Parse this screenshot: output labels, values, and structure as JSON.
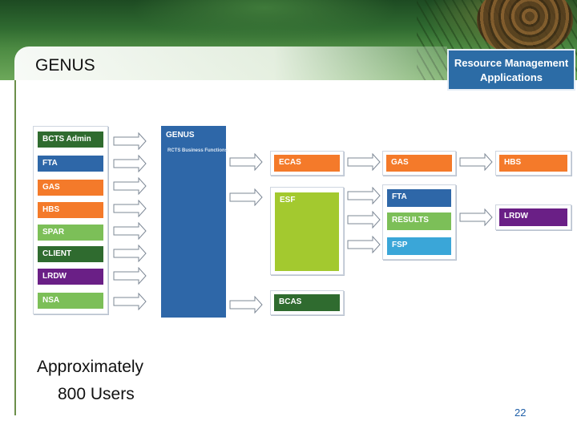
{
  "slide": {
    "title": "GENUS",
    "logo_line1": "Resource Management",
    "logo_line2": "Applications",
    "footer_line1": "Approximately",
    "footer_line2": "800 Users",
    "page_number": "22"
  },
  "diagram": {
    "sources": [
      {
        "label": "BCTS Admin",
        "color": "#2f6b2f"
      },
      {
        "label": "FTA",
        "color": "#2e67a8"
      },
      {
        "label": "GAS",
        "color": "#f47a2a"
      },
      {
        "label": "HBS",
        "color": "#f47a2a"
      },
      {
        "label": "SPAR",
        "color": "#7cbf58"
      },
      {
        "label": "CLIENT",
        "color": "#2f6b2f"
      },
      {
        "label": "LRDW",
        "color": "#6a1f86"
      },
      {
        "label": "NSA",
        "color": "#7cbf58"
      }
    ],
    "hub": {
      "label": "GENUS",
      "sublabel": "RCTS Business Functions",
      "color": "#2e67a8"
    },
    "col3": {
      "ecas": {
        "label": "ECAS",
        "color": "#f47a2a"
      },
      "esf": {
        "label": "ESF",
        "color": "#a3c92f"
      },
      "bcas": {
        "label": "BCAS",
        "color": "#2f6b2f"
      }
    },
    "col4": {
      "gas": {
        "label": "GAS",
        "color": "#f47a2a"
      },
      "fta": {
        "label": "FTA",
        "color": "#2e67a8"
      },
      "results": {
        "label": "RESULTS",
        "color": "#7cbf58"
      },
      "fsp": {
        "label": "FSP",
        "color": "#3aa6d8"
      }
    },
    "col5": {
      "hbs": {
        "label": "HBS",
        "color": "#f47a2a"
      },
      "lrdw": {
        "label": "LRDW",
        "color": "#6a1f86"
      }
    }
  }
}
